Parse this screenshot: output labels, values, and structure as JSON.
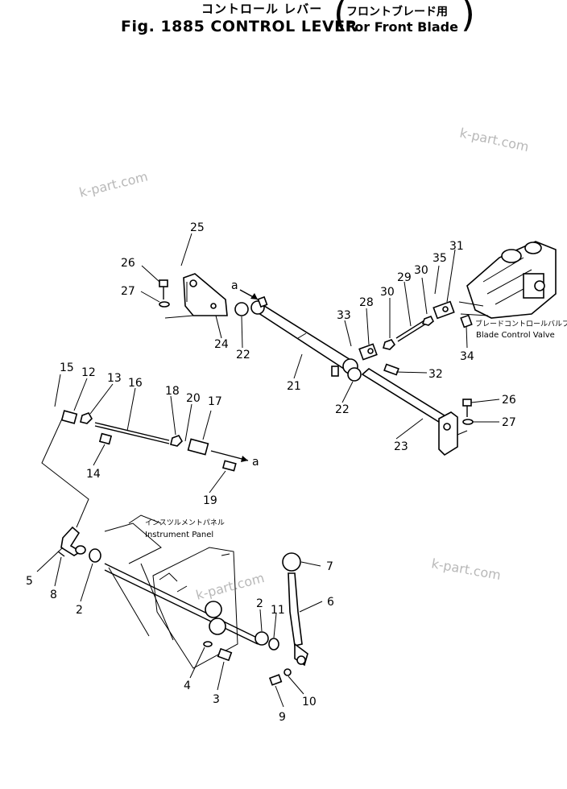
{
  "title": {
    "japanese": "コントロール レバー",
    "main": "Fig. 1885 CONTROL LEVER",
    "sub_japanese": "フロントブレード用",
    "sub_english": "For Front Blade"
  },
  "labels": {
    "blade_valve_jp": "ブレードコントロールバルブ",
    "blade_valve_en": "Blade Control Valve",
    "instrument_jp": "インスツルメントパネル",
    "instrument_en": "Instrument Panel",
    "ref_a_top": "a",
    "ref_a_mid": "a"
  },
  "watermarks": [
    "k-part.com",
    "k-part.com",
    "k-part.com",
    "k-part.com"
  ],
  "callouts": [
    "25",
    "26",
    "27",
    "24",
    "22",
    "21",
    "33",
    "28",
    "30",
    "29",
    "30",
    "35",
    "31",
    "34",
    "32",
    "22",
    "23",
    "26",
    "27",
    "15",
    "12",
    "13",
    "16",
    "18",
    "20",
    "17",
    "14",
    "19",
    "5",
    "8",
    "2",
    "7",
    "6",
    "2",
    "11",
    "4",
    "3",
    "10",
    "9"
  ]
}
